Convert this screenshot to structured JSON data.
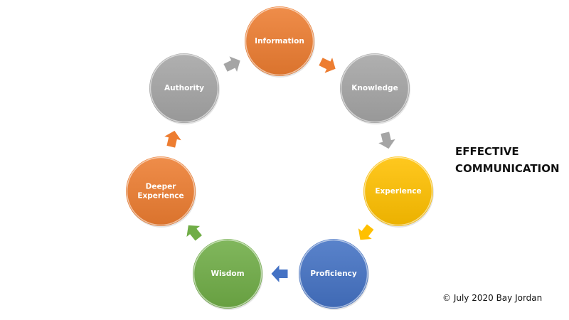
{
  "title": {
    "line1": "EFFECTIVE",
    "line2": "COMMUNICATION"
  },
  "copyright": "© July 2020 Bay Jordan",
  "nodes": [
    {
      "id": "information",
      "lines": [
        "Information"
      ],
      "color": "#ED7D31"
    },
    {
      "id": "knowledge",
      "lines": [
        "Knowledge"
      ],
      "color": "#A5A5A5"
    },
    {
      "id": "experience",
      "lines": [
        "Experience"
      ],
      "color": "#FFC000"
    },
    {
      "id": "proficiency",
      "lines": [
        "Proficiency"
      ],
      "color": "#4472C4"
    },
    {
      "id": "wisdom",
      "lines": [
        "Wisdom"
      ],
      "color": "#70AD47"
    },
    {
      "id": "deeper-experience",
      "lines": [
        "Deeper",
        "Experience"
      ],
      "color": "#ED7D31"
    },
    {
      "id": "authority",
      "lines": [
        "Authority"
      ],
      "color": "#A5A5A5"
    }
  ],
  "arrows": [
    {
      "from": "authority",
      "to": "information",
      "color": "#A5A5A5"
    },
    {
      "from": "information",
      "to": "knowledge",
      "color": "#ED7D31"
    },
    {
      "from": "knowledge",
      "to": "experience",
      "color": "#A5A5A5"
    },
    {
      "from": "experience",
      "to": "proficiency",
      "color": "#FFC000"
    },
    {
      "from": "proficiency",
      "to": "wisdom",
      "color": "#4472C4"
    },
    {
      "from": "wisdom",
      "to": "deeper-experience",
      "color": "#70AD47"
    },
    {
      "from": "deeper-experience",
      "to": "authority",
      "color": "#ED7D31"
    }
  ]
}
